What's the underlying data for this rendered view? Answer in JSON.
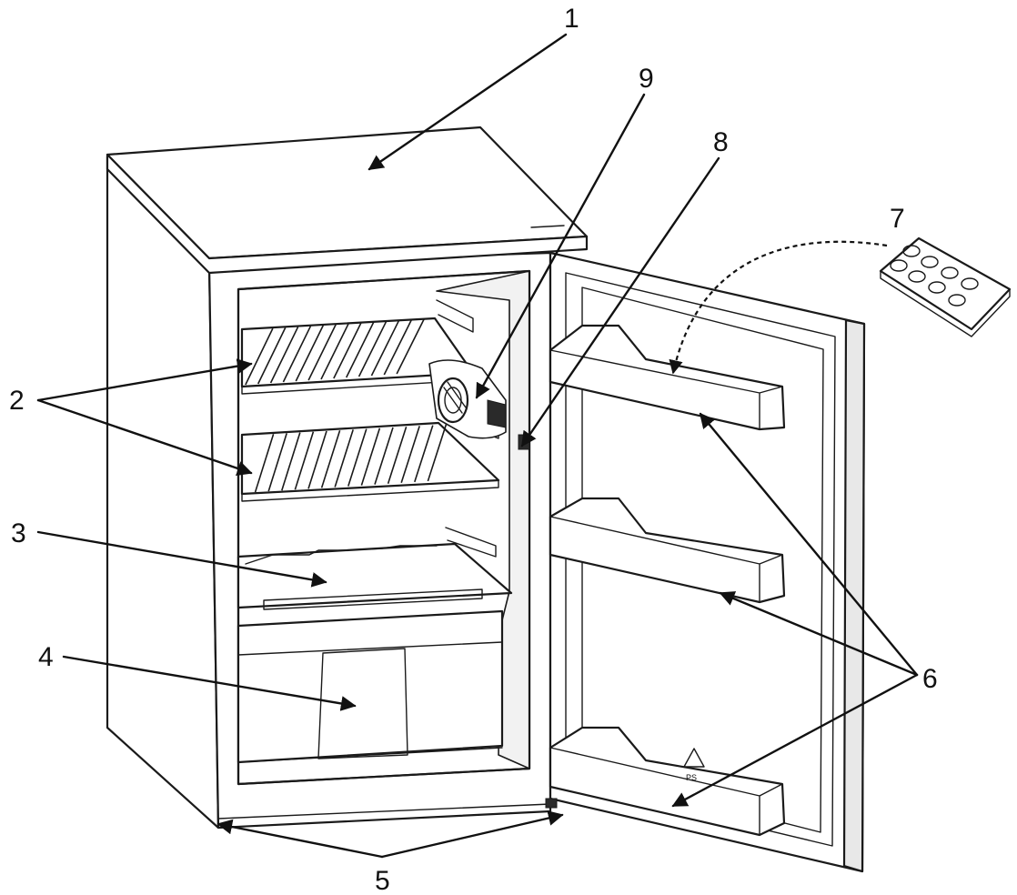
{
  "diagram": {
    "callouts": [
      {
        "id": "1",
        "label": "1"
      },
      {
        "id": "2",
        "label": "2"
      },
      {
        "id": "3",
        "label": "3"
      },
      {
        "id": "4",
        "label": "4"
      },
      {
        "id": "5",
        "label": "5"
      },
      {
        "id": "6",
        "label": "6"
      },
      {
        "id": "7",
        "label": "7"
      },
      {
        "id": "8",
        "label": "8"
      },
      {
        "id": "9",
        "label": "9"
      }
    ],
    "recycling_mark": "PS"
  },
  "colors": {
    "line": "#1a1a1a",
    "fill": "#ffffff",
    "shade": "#e6e6e6"
  }
}
